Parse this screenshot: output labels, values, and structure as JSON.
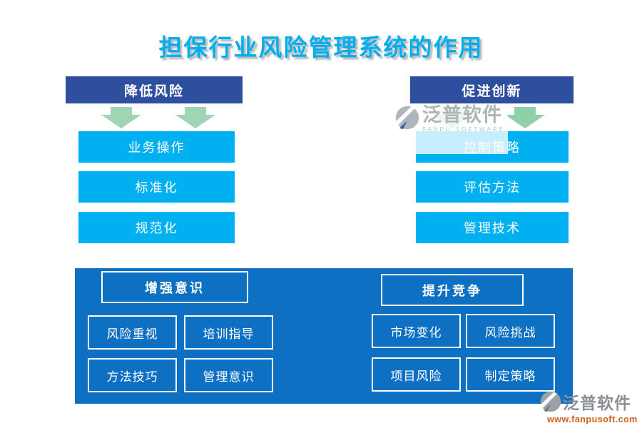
{
  "title": "担保行业风险管理系统的作用",
  "colors": {
    "title-cyan": "#00AEEF",
    "header-navy": "#2E4E9E",
    "box-cyan": "#00B0F0",
    "panel-blue": "#0D70C2",
    "arrow-green": "#9FD4B5",
    "arrow-green-strong": "#8FCFA9",
    "watermark-orange": "#D2601A"
  },
  "top_sections": [
    {
      "header": "降低风险",
      "items": [
        "业务操作",
        "标准化",
        "规范化"
      ]
    },
    {
      "header": "促进创新",
      "items": [
        "控制策略",
        "评估方法",
        "管理技术"
      ]
    }
  ],
  "bottom_sections": [
    {
      "header": "增强意识",
      "items": [
        "风险重视",
        "培训指导",
        "方法技巧",
        "管理意识"
      ]
    },
    {
      "header": "提升竞争",
      "items": [
        "市场变化",
        "风险挑战",
        "项目风险",
        "制定策略"
      ]
    }
  ],
  "watermark": {
    "brand": "泛普软件",
    "subtitle": "FANPU SOFTWARE",
    "url": "www.fanpusoft.com"
  }
}
